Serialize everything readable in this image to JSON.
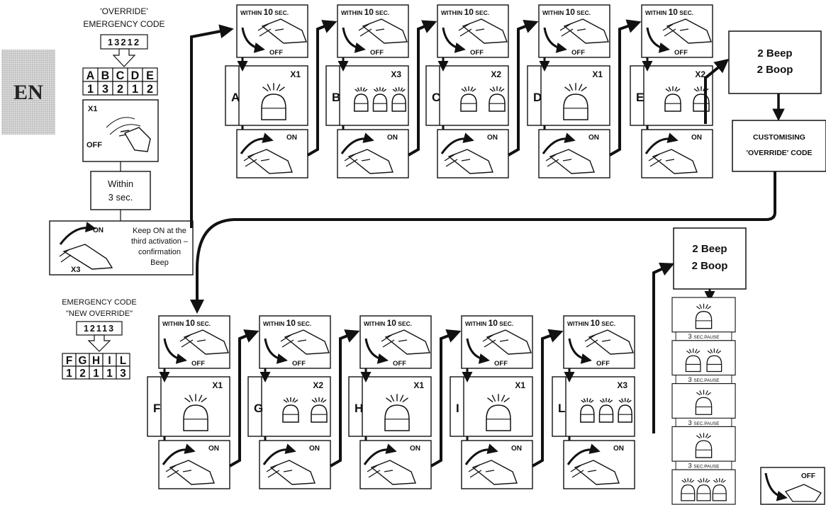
{
  "lang_badge": "EN",
  "intro": {
    "title_line1": "'OVERRIDE'",
    "title_line2": "EMERGENCY CODE",
    "code": "13212",
    "letters": [
      "A",
      "B",
      "C",
      "D",
      "E"
    ],
    "digits": [
      "1",
      "3",
      "2",
      "1",
      "2"
    ],
    "x1_label": "X1",
    "off_label": "OFF",
    "within_line1": "Within",
    "within_line2": "3 sec.",
    "keep_on_label": "ON",
    "x3_label": "X3",
    "keep_on_text": [
      "Keep ON at the",
      "third activation –",
      "confirmation",
      "Beep"
    ]
  },
  "step_common": {
    "within_small": "WITHIN",
    "within_big": "10",
    "within_sec": "SEC.",
    "off": "OFF",
    "on": "ON"
  },
  "top_steps": [
    {
      "letter": "A",
      "count": "X1",
      "lamps": 1
    },
    {
      "letter": "B",
      "count": "X3",
      "lamps": 3
    },
    {
      "letter": "C",
      "count": "X2",
      "lamps": 2
    },
    {
      "letter": "D",
      "count": "X1",
      "lamps": 1
    },
    {
      "letter": "E",
      "count": "X2",
      "lamps": 2
    }
  ],
  "top_result": {
    "line1": "2 Beep",
    "line2": "2 Boop"
  },
  "customising": {
    "line1": "CUSTOMISING",
    "line2": "'OVERRIDE' CODE"
  },
  "new_code": {
    "title_line1": "EMERGENCY CODE",
    "title_line2": "\"NEW OVERRIDE\"",
    "code": "12113",
    "letters": [
      "F",
      "G",
      "H",
      "I",
      "L"
    ],
    "digits": [
      "1",
      "2",
      "1",
      "1",
      "3"
    ]
  },
  "bottom_steps": [
    {
      "letter": "F",
      "count": "X1",
      "lamps": 1
    },
    {
      "letter": "G",
      "count": "X2",
      "lamps": 2
    },
    {
      "letter": "H",
      "count": "X1",
      "lamps": 1
    },
    {
      "letter": "I",
      "count": "X1",
      "lamps": 1
    },
    {
      "letter": "L",
      "count": "X3",
      "lamps": 3
    }
  ],
  "bottom_result": {
    "line1": "2 Beep",
    "line2": "2 Boop"
  },
  "confirm_sequence": {
    "pause_text": "3",
    "pause_small": "SEC.PAUSE",
    "lamp_groups": [
      1,
      2,
      1,
      1,
      3
    ]
  },
  "final_off": "OFF"
}
